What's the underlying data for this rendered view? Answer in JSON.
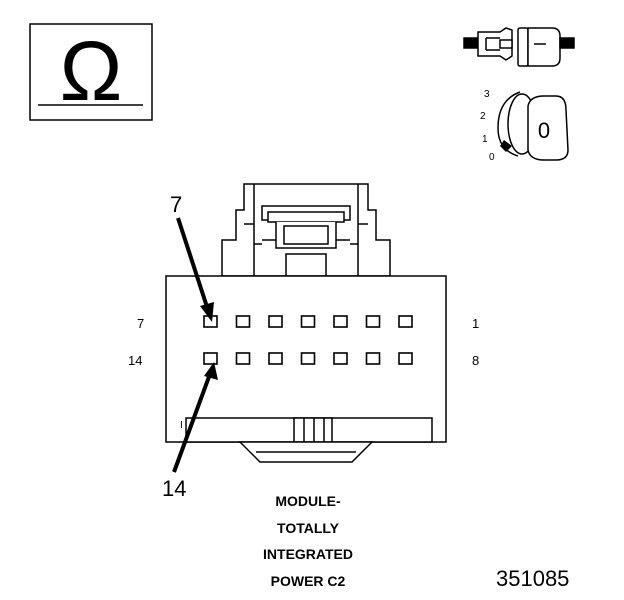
{
  "ohmmeter_symbol": "Ω",
  "ignition_switch": {
    "positions": [
      "3",
      "2",
      "1",
      "0"
    ],
    "selected": "0"
  },
  "connector": {
    "callouts": {
      "top": "7",
      "bottom": "14"
    },
    "row_labels": {
      "top_left": "7",
      "top_right": "1",
      "bottom_left": "14",
      "bottom_right": "8"
    },
    "pin_index_mark": "I",
    "caption_lines": [
      "MODULE-",
      "TOTALLY",
      "INTEGRATED",
      "POWER C2"
    ]
  },
  "figure_number": "351085"
}
